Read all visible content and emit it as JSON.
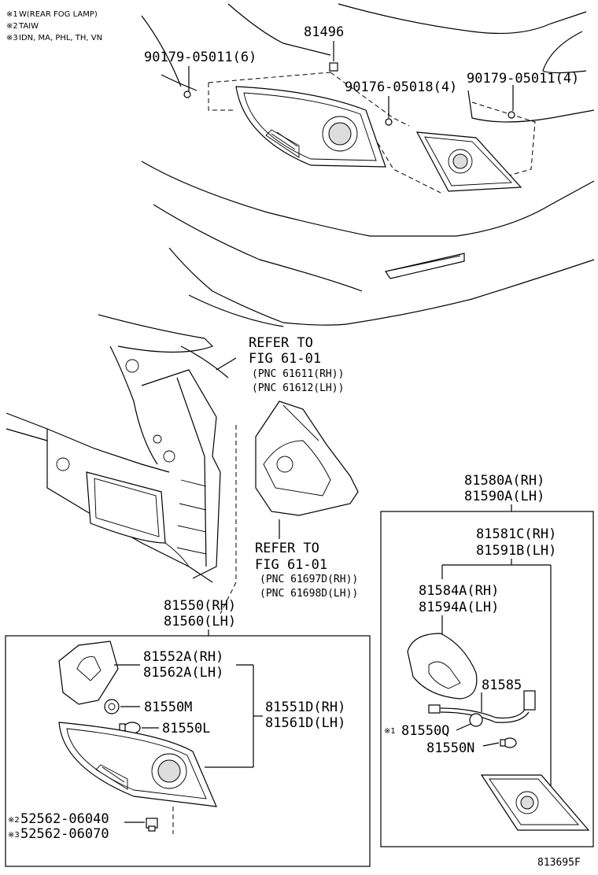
{
  "notes": [
    {
      "mark": "※1",
      "text": "W(REAR FOG LAMP)"
    },
    {
      "mark": "※2",
      "text": "TAIW"
    },
    {
      "mark": "※3",
      "text": "IDN, MA, PHL, TH, VN"
    }
  ],
  "labels": {
    "p81496": "81496",
    "p90179_left": "90179-05011(6)",
    "p90176": "90176-05018(4)",
    "p90179_right": "90179-05011(4)",
    "refer1_line1": "REFER TO",
    "refer1_line2": "FIG 61-01",
    "refer1_line3": "(PNC 61611(RH))",
    "refer1_line4": "(PNC 61612(LH))",
    "refer2_line1": "REFER TO",
    "refer2_line2": "FIG 61-01",
    "refer2_line3": "(PNC 61697D(RH))",
    "refer2_line4": "(PNC 61698D(LH))",
    "p81550_rh": "81550(RH)",
    "p81560_lh": "81560(LH)",
    "p81552a_rh": "81552A(RH)",
    "p81562a_lh": "81562A(LH)",
    "p81550m": "81550M",
    "p81550l": "81550L",
    "p81551d_rh": "81551D(RH)",
    "p81561d_lh": "81561D(LH)",
    "p52562_06040_mark": "※2",
    "p52562_06040": "52562-06040",
    "p52562_06070_mark": "※3",
    "p52562_06070": "52562-06070",
    "p81580a_rh": "81580A(RH)",
    "p81590a_lh": "81590A(LH)",
    "p81581c_rh": "81581C(RH)",
    "p81591b_lh": "81591B(LH)",
    "p81584a_rh": "81584A(RH)",
    "p81594a_lh": "81594A(LH)",
    "p81585": "81585",
    "p81550q_mark": "※1",
    "p81550q": "81550Q",
    "p81550n": "81550N",
    "figure_code": "813695F"
  }
}
